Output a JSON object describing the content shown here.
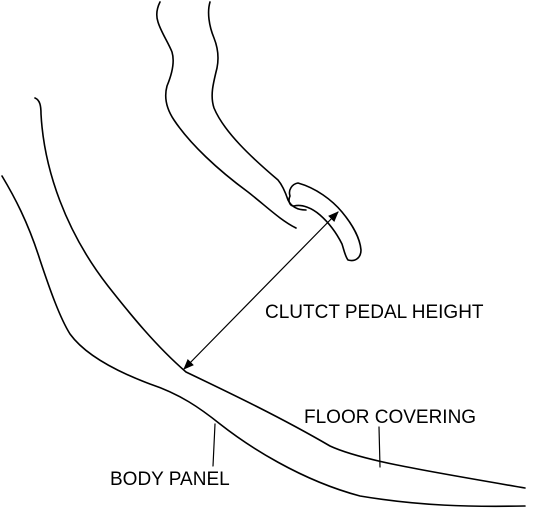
{
  "labels": {
    "pedal_height": "CLUTCT PEDAL HEIGHT",
    "floor_covering": "FLOOR COVERING",
    "body_panel": "BODY PANEL"
  }
}
